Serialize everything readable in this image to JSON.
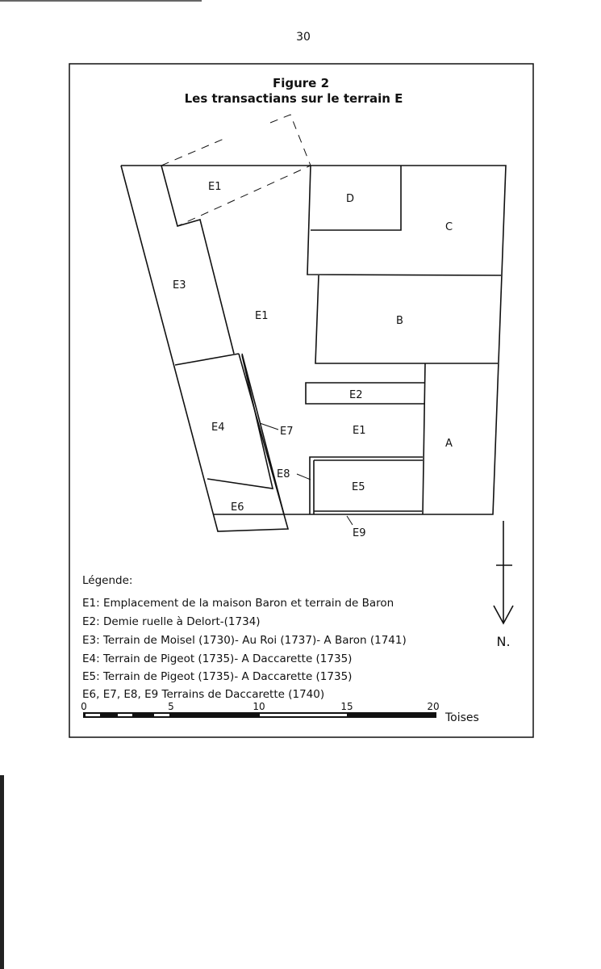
{
  "page_number": "30",
  "figure": {
    "title": "Figure 2",
    "subtitle": "Les transactians sur le terrain E"
  },
  "plan_labels": {
    "e1_top": "E1",
    "e1_mid": "E1",
    "e1_low": "E1",
    "e2": "E2",
    "e3": "E3",
    "e4": "E4",
    "e5": "E5",
    "e6": "E6",
    "e7": "E7",
    "e8": "E8",
    "e9": "E9",
    "a": "A",
    "b": "B",
    "c": "C",
    "d": "D"
  },
  "legend": {
    "heading": "Légende:",
    "items": [
      "E1: Emplacement de la maison Baron et terrain de Baron",
      "E2: Demie ruelle à Delort-(1734)",
      "E3: Terrain de Moisel (1730)- Au Roi (1737)- A Baron (1741)",
      "E4: Terrain de Pigeot (1735)- A Daccarette (1735)",
      "E5: Terrain de Pigeot (1735)- A Daccarette (1735)",
      "E6, E7, E8, E9 Terrains de Daccarette (1740)"
    ]
  },
  "scale": {
    "ticks": [
      "0",
      "5",
      "10",
      "15",
      "20"
    ],
    "unit": "Toises"
  },
  "north": "N."
}
